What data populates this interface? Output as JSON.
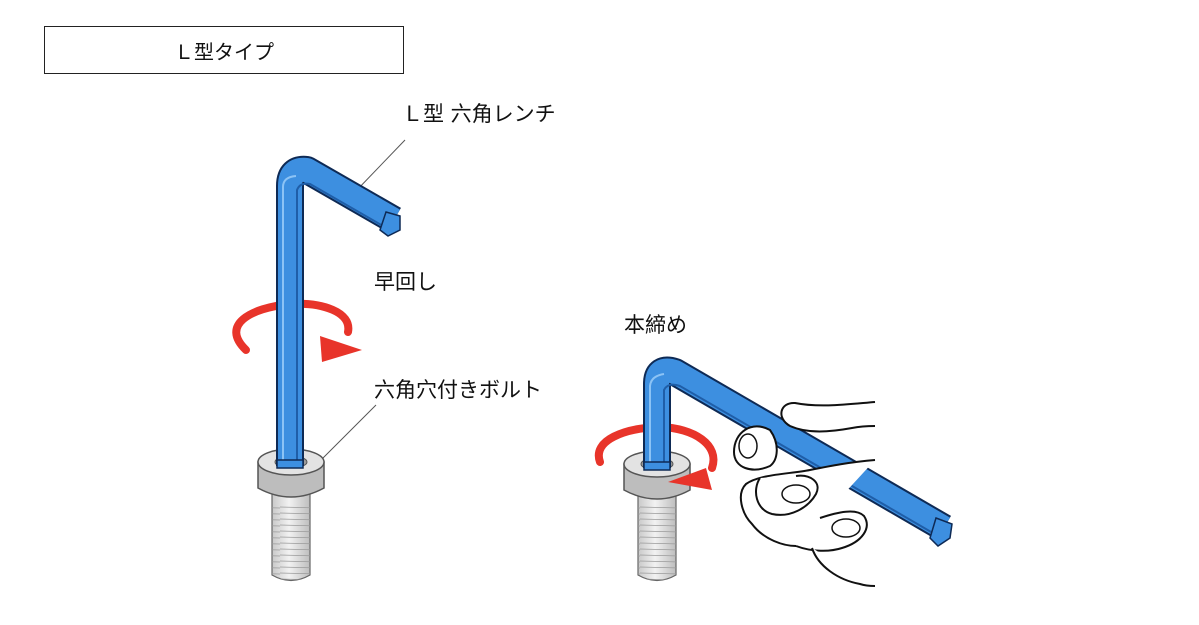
{
  "header": {
    "title": "Ｌ型タイプ"
  },
  "labels": {
    "wrench": "Ｌ型 六角レンチ",
    "quick_turn": "早回し",
    "bolt": "六角穴付きボルト",
    "final_tighten": "本締め"
  },
  "colors": {
    "wrench_blue": "#3d8fe0",
    "wrench_outline": "#0e2a55",
    "arrow_red": "#e8342a",
    "bolt_gray": "#d3d3d3",
    "bolt_outline": "#555555"
  },
  "icons": [
    "hex-wrench-icon",
    "rotation-arrow-icon",
    "hex-bolt-icon",
    "hand-icon"
  ]
}
